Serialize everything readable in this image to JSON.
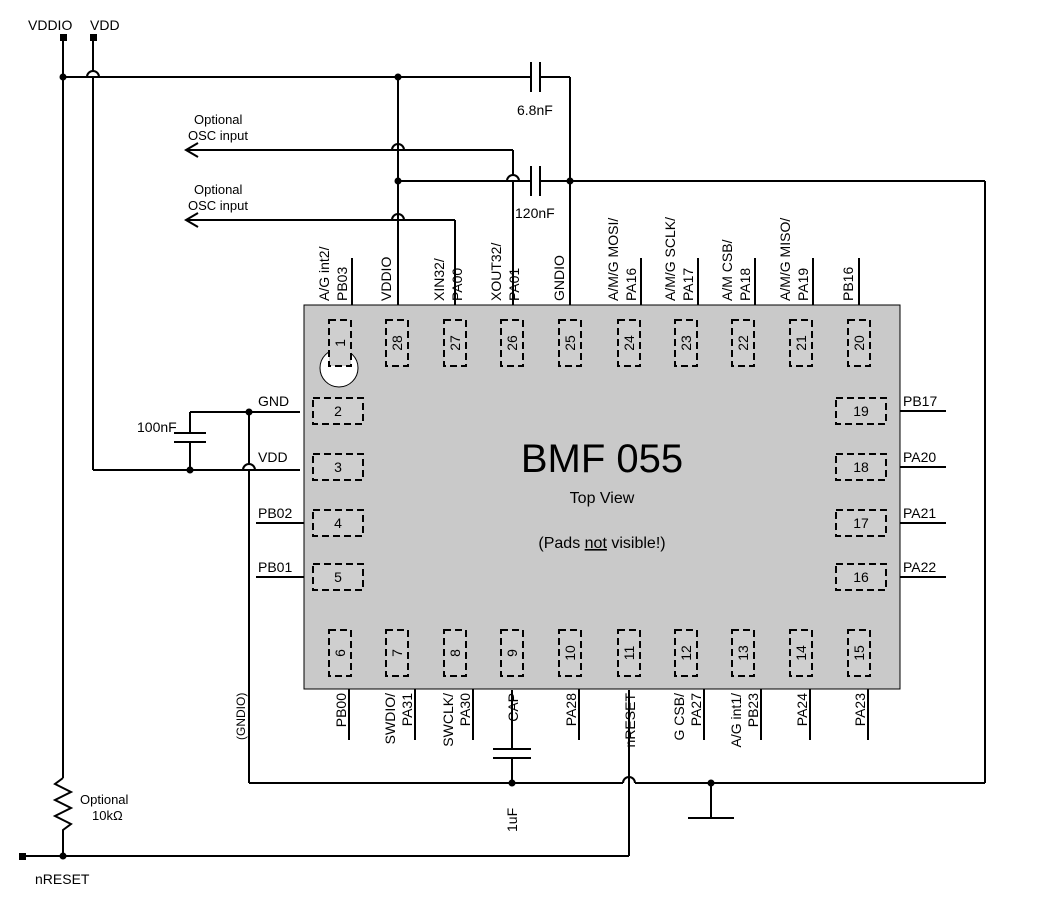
{
  "supply": {
    "vddio": "VDDIO",
    "vdd": "VDD"
  },
  "capacitors": {
    "c_top": "6.8nF",
    "c_mid": "120nF",
    "c_decoupling": "100nF",
    "c_cap": "1uF"
  },
  "osc": {
    "line1": "Optional",
    "line2": "OSC input"
  },
  "resistor": {
    "line1": "Optional",
    "line2": "10kΩ"
  },
  "nreset_label": "nRESET",
  "chip": {
    "name": "BMF 055",
    "subtitle": "Top View",
    "note_prefix": "(Pads ",
    "note_emph": "not",
    "note_suffix": " visible!)"
  },
  "pads": {
    "top": [
      "1",
      "28",
      "27",
      "26",
      "25",
      "24",
      "23",
      "22",
      "21",
      "20"
    ],
    "left": [
      "2",
      "3",
      "4",
      "5"
    ],
    "right": [
      "19",
      "18",
      "17",
      "16"
    ],
    "bottom": [
      "6",
      "7",
      "8",
      "9",
      "10",
      "11",
      "12",
      "13",
      "14",
      "15"
    ]
  },
  "pins": {
    "top": [
      [
        "A/G int2/",
        "PB03"
      ],
      [
        "VDDIO"
      ],
      [
        "XIN32/",
        "PA00"
      ],
      [
        "XOUT32/",
        "PA01"
      ],
      [
        "GNDIO"
      ],
      [
        "A/M/G MOSI/",
        "PA16"
      ],
      [
        "A/M/G SCLK/",
        "PA17"
      ],
      [
        "A/M CSB/",
        "PA18"
      ],
      [
        "A/M/G MISO/",
        "PA19"
      ],
      [
        "PB16"
      ]
    ],
    "left": [
      "GND",
      "VDD",
      "PB02",
      "PB01"
    ],
    "right": [
      "PB17",
      "PA20",
      "PA21",
      "PA22"
    ],
    "bottom": [
      [
        "PB00"
      ],
      [
        "SWDIO/",
        "PA31"
      ],
      [
        "SWCLK/",
        "PA30"
      ],
      [
        "CAP"
      ],
      [
        "PA28"
      ],
      [
        "nRESET"
      ],
      [
        "G CSB/",
        "PA27"
      ],
      [
        "A/G int1/",
        "PB23"
      ],
      [
        "PA24"
      ],
      [
        "PA23"
      ]
    ]
  },
  "gndio_label": "(GNDIO)"
}
